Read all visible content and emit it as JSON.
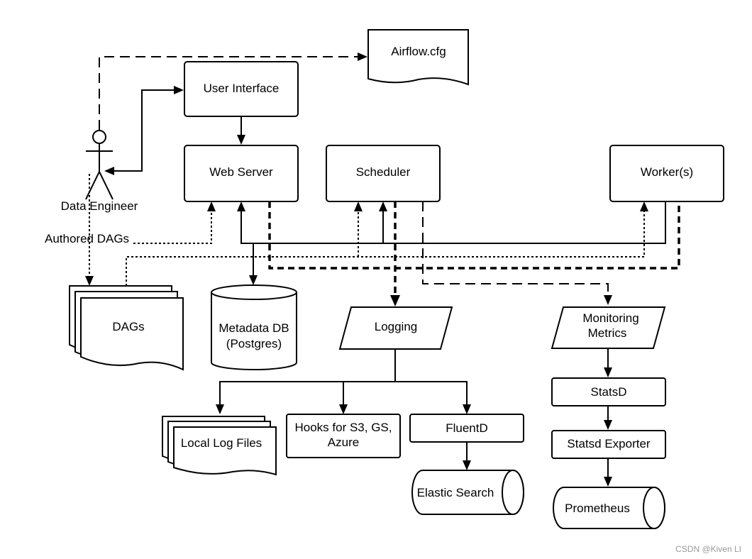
{
  "nodes": {
    "airflow_cfg": "Airflow.cfg",
    "user_interface": "User Interface",
    "web_server": "Web Server",
    "scheduler": "Scheduler",
    "workers": "Worker(s)",
    "data_engineer": "Data Engineer",
    "authored_dags": "Authored DAGs",
    "dags": "DAGs",
    "metadata_db_line1": "Metadata DB",
    "metadata_db_line2": "(Postgres)",
    "logging": "Logging",
    "monitoring_line1": "Monitoring",
    "monitoring_line2": "Metrics",
    "local_log_files": "Local Log Files",
    "hooks_line1": "Hooks for  S3, GS,",
    "hooks_line2": "Azure",
    "fluentd": "FluentD",
    "elastic_search": "Elastic Search",
    "statsd": "StatsD",
    "statsd_exporter": "Statsd Exporter",
    "prometheus": "Prometheus"
  },
  "watermark": "CSDN @Kiven LI"
}
